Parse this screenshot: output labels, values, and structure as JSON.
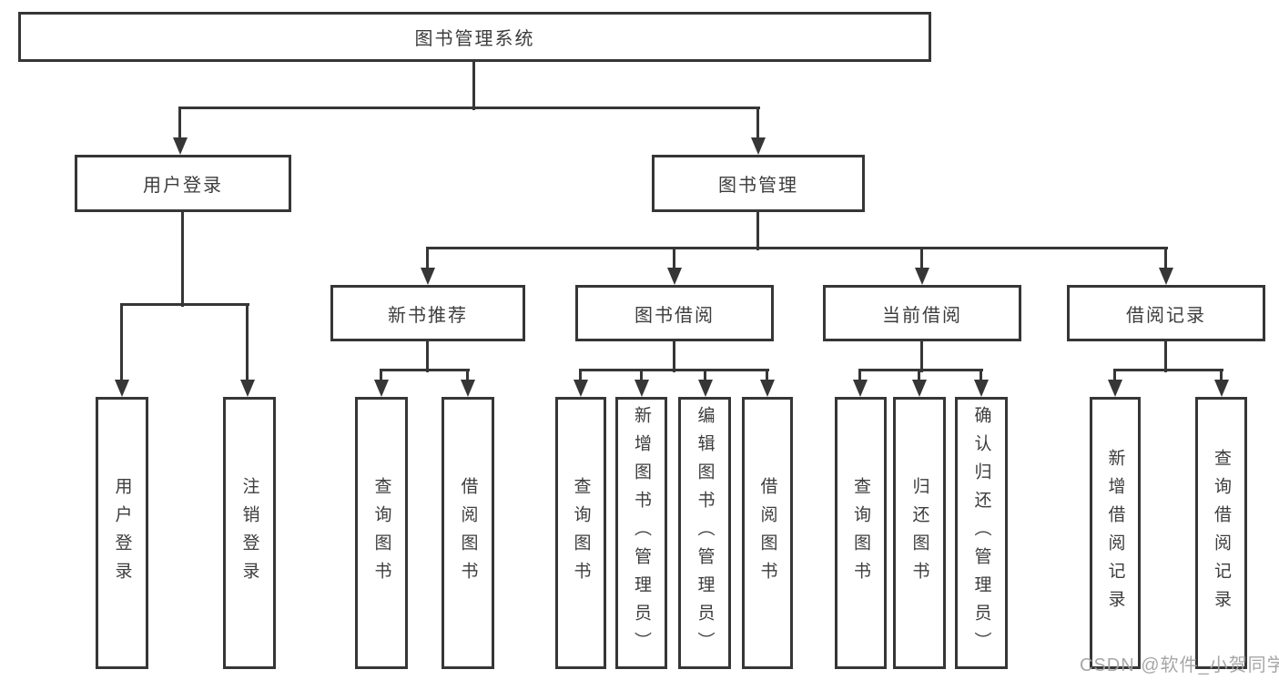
{
  "diagram": {
    "title": "图书管理系统",
    "root": {
      "label": "图书管理系统"
    },
    "branches": {
      "user_login": {
        "label": "用户登录",
        "children": [
          "用户登录",
          "注销登录"
        ]
      },
      "book_mgmt": {
        "label": "图书管理"
      }
    },
    "book_mgmt_sections": {
      "new_books": {
        "label": "新书推荐",
        "children": [
          "查询图书",
          "借阅图书"
        ]
      },
      "book_borrow": {
        "label": "图书借阅",
        "children": [
          "查询图书",
          "新增图书（管理员）",
          "编辑图书（管理员）",
          "借阅图书"
        ]
      },
      "current_borrow": {
        "label": "当前借阅",
        "children": [
          "查询图书",
          "归还图书",
          "确认归还（管理员）"
        ]
      },
      "borrow_records": {
        "label": "借阅记录",
        "children": [
          "新增借阅记录",
          "查询借阅记录"
        ]
      }
    }
  },
  "watermark": "CSDN @软件_小贺同学",
  "colors": {
    "line": "#363636",
    "text": "#3d3d3d",
    "box_fill": "#ffffff",
    "background": "#ffffff",
    "watermark": "#a2a2a2"
  }
}
